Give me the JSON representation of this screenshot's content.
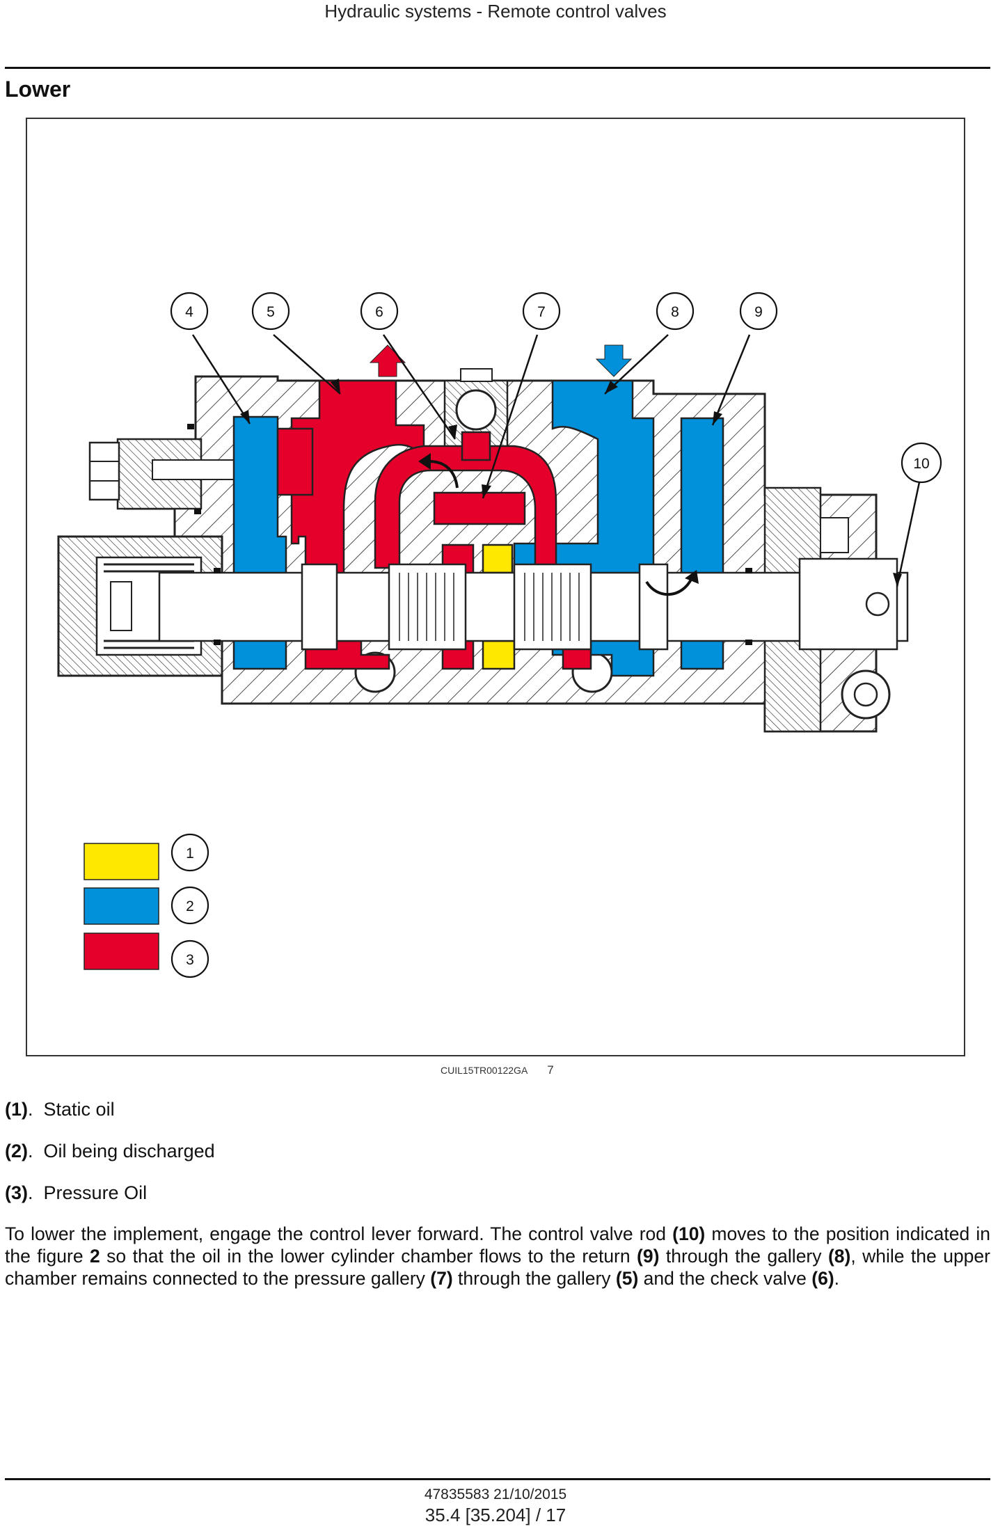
{
  "header": {
    "title": "Hydraulic systems - Remote control valves"
  },
  "section": {
    "title": "Lower"
  },
  "figure": {
    "callouts": [
      "4",
      "5",
      "6",
      "7",
      "8",
      "9",
      "10"
    ],
    "legend_numbers": [
      "1",
      "2",
      "3"
    ],
    "colors": {
      "static": "#FFE800",
      "discharge": "#0091DA",
      "pressure": "#E4002B"
    },
    "code": "CUIL15TR00122GA",
    "number": "7"
  },
  "legend": [
    {
      "ref": "(1)",
      "sep": ".",
      "text": "Static oil"
    },
    {
      "ref": "(2)",
      "sep": ".",
      "text": "Oil being discharged"
    },
    {
      "ref": "(3)",
      "sep": ".",
      "text": "Pressure Oil"
    }
  ],
  "paragraph": {
    "p1": "To lower the implement, engage the control lever forward. The control valve rod ",
    "b1": "(10)",
    "p2": " moves to the position indicated in the figure ",
    "b2": "2",
    "p3": " so that the oil in the lower cylinder chamber flows to the return ",
    "b3": "(9)",
    "p4": " through the gallery ",
    "b4": "(8)",
    "p5": ", while the upper chamber remains connected to the pressure gallery ",
    "b5": "(7)",
    "p6": " through the gallery ",
    "b6": "(5)",
    "p7": " and the check valve ",
    "b7": "(6)",
    "p8": "."
  },
  "footer": {
    "doc_code": "47835583 21/10/2015",
    "page": "35.4 [35.204] / 17"
  }
}
